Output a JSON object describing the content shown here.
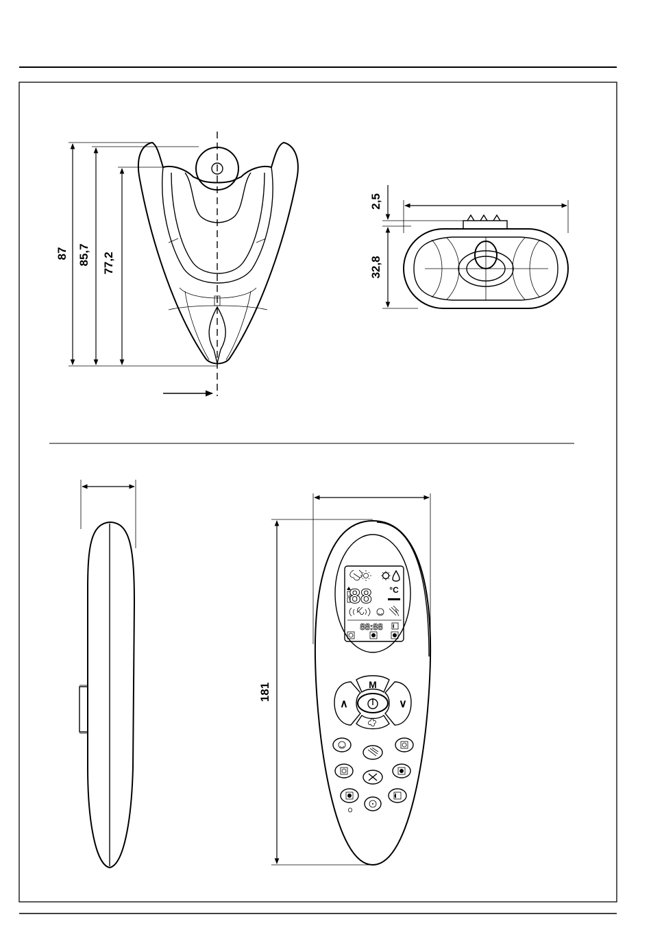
{
  "dimensions": {
    "holder_height_total": "87",
    "holder_height_mid": "85,7",
    "holder_height_inner": "77,2",
    "holder_top_offset": "2,5",
    "holder_depth": "32,8",
    "remote_length": "181"
  },
  "remote": {
    "display": {
      "temp_digits": "88",
      "temp_unit": "°C",
      "clock_digits": "88:88"
    },
    "buttons": {
      "mode_label": "M",
      "up_label": "∧",
      "down_label": "∨"
    }
  },
  "icons": {
    "fan": "fan-icon",
    "sun": "sun-icon",
    "gear": "gear-icon",
    "drop": "drop-icon",
    "power": "power-icon",
    "smile": "smile-icon",
    "swing": "swing-icon",
    "moon": "moon-icon",
    "cancel": "cancel-icon",
    "timer": "timer-icon"
  }
}
